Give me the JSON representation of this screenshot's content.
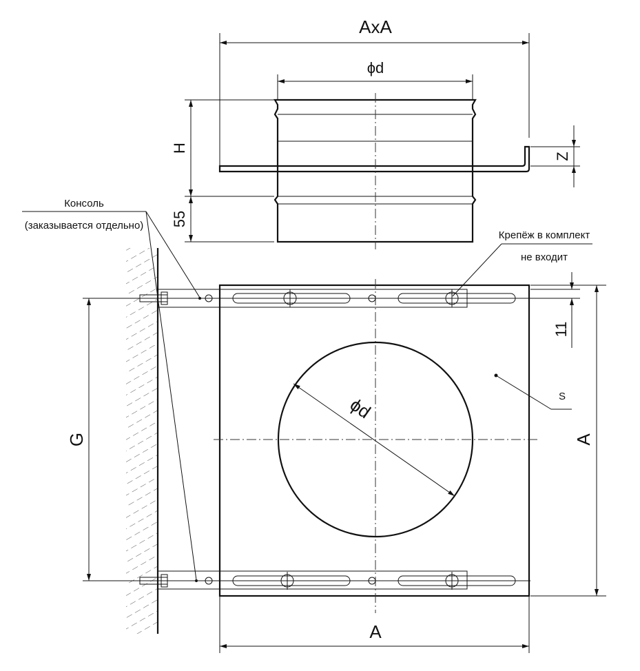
{
  "labels": {
    "dim_top": "AxA",
    "dim_d_top": "ϕd",
    "dim_h": "H",
    "dim_z": "Z",
    "dim_55": "55",
    "console_line1": "Консоль",
    "console_line2": "(заказывается отдельно)",
    "fastener_line1": "Крепёж в комплект",
    "fastener_line2": "не входит",
    "dim_11": "11",
    "dim_s": "S",
    "dim_g": "G",
    "dim_a_right": "A",
    "dim_d_circle": "ϕd",
    "dim_a_bottom": "A"
  },
  "colors": {
    "line": "#111111",
    "hatch": "#555555",
    "background": "#ffffff"
  }
}
